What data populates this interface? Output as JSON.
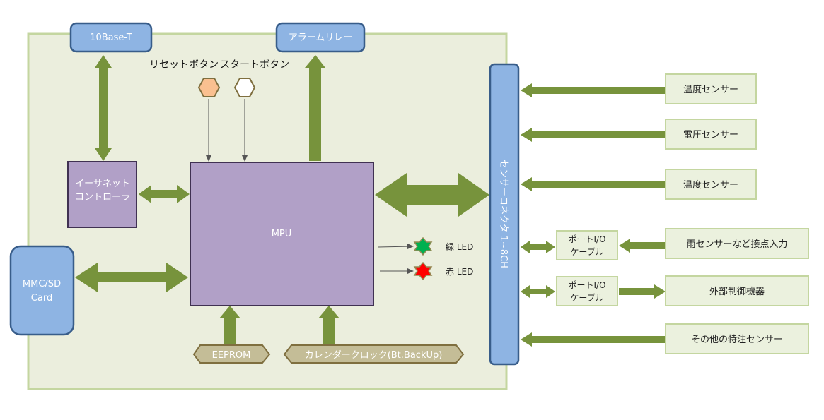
{
  "colors": {
    "board_fill": "#ebeedd",
    "board_stroke": "#c4d6a0",
    "blue_fill": "#8eb4e3",
    "blue_stroke": "#385d8a",
    "purple_fill": "#b1a0c7",
    "purple_stroke": "#403152",
    "tan_fill": "#c4bd97",
    "tan_stroke": "#7f6f3f",
    "green_arrow": "#77933c",
    "sensor_box_fill": "#ebf1de",
    "sensor_box_stroke": "#c4d6a0",
    "led_green": "#00b050",
    "led_red": "#ff0000",
    "led_stroke": "#948a54",
    "button_reset": "#fac090",
    "button_start": "#ffffff"
  },
  "top": {
    "ethernet_port": "10Base-T",
    "alarm_relay": "アラームリレー",
    "reset_button_label": "リセットボタン",
    "start_button_label": "スタートボタン"
  },
  "blocks": {
    "ethernet_controller_line1": "イーサネット",
    "ethernet_controller_line2": "コントローラ",
    "mpu": "MPU",
    "card_line1": "MMC/SD",
    "card_line2": "Card",
    "eeprom": "EEPROM",
    "calendar_clock": "カレンダークロック(Bt.BackUp)",
    "sensor_connector": "センサーコネクタ 1~8CH"
  },
  "leds": {
    "green": "緑 LED",
    "red": "赤 LED"
  },
  "port_cable": {
    "line1": "ポートI/O",
    "line2": "ケーブル"
  },
  "sensors": {
    "temperature_1": "温度センサー",
    "voltage": "電圧センサー",
    "temperature_2": "温度センサー",
    "rain_contact": "雨センサーなど接点入力",
    "external_control": "外部制御機器",
    "other_special": "その他の特注センサー"
  }
}
